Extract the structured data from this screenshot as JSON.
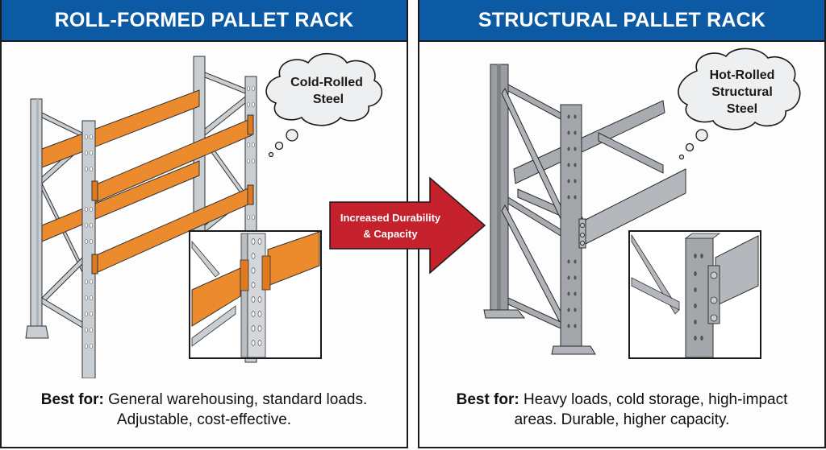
{
  "colors": {
    "header_bg": "#0d5aa4",
    "header_text": "#ffffff",
    "beam_orange": "#ec8a2e",
    "steel_light": "#c9ced3",
    "steel_dark": "#9a9ea3",
    "arrow_red": "#c4212c",
    "border": "#1c1c1c"
  },
  "left_panel": {
    "title": "ROLL-FORMED PALLET RACK",
    "bubble_lines": [
      "Cold-Rolled",
      "Steel"
    ],
    "caption_bold": "Best for:",
    "caption_line1": " General warehousing, standard loads.",
    "caption_line2": "Adjustable, cost-effective.",
    "illustration": "roll-formed-rack-illustration",
    "detail_inset": "teardrop-beam-connector-detail"
  },
  "arrow": {
    "line1": "Increased Durability",
    "line2": "& Capacity"
  },
  "right_panel": {
    "title": "STRUCTURAL PALLET RACK",
    "bubble_lines": [
      "Hot-Rolled",
      "Structural",
      "Steel"
    ],
    "caption_bold": "Best for:",
    "caption_line1": " Heavy loads, cold storage, high-impact",
    "caption_line2": "areas. Durable, higher capacity.",
    "illustration": "structural-rack-illustration",
    "detail_inset": "bolted-beam-connection-detail"
  }
}
